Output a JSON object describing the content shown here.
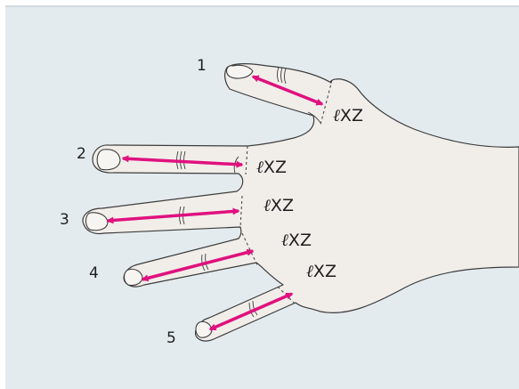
{
  "colors": {
    "background": "#e4ebee",
    "hand_fill": "#f1eeea",
    "outline": "#3c3c3c",
    "arrow": "#e0117e"
  },
  "fingers": [
    {
      "number": "1",
      "label_prefix": "ℓ",
      "label_suffix": "XZ"
    },
    {
      "number": "2",
      "label_prefix": "ℓ",
      "label_suffix": "XZ"
    },
    {
      "number": "3",
      "label_prefix": "ℓ",
      "label_suffix": "XZ"
    },
    {
      "number": "4",
      "label_prefix": "ℓ",
      "label_suffix": "XZ"
    },
    {
      "number": "5",
      "label_prefix": "ℓ",
      "label_suffix": "XZ"
    }
  ]
}
